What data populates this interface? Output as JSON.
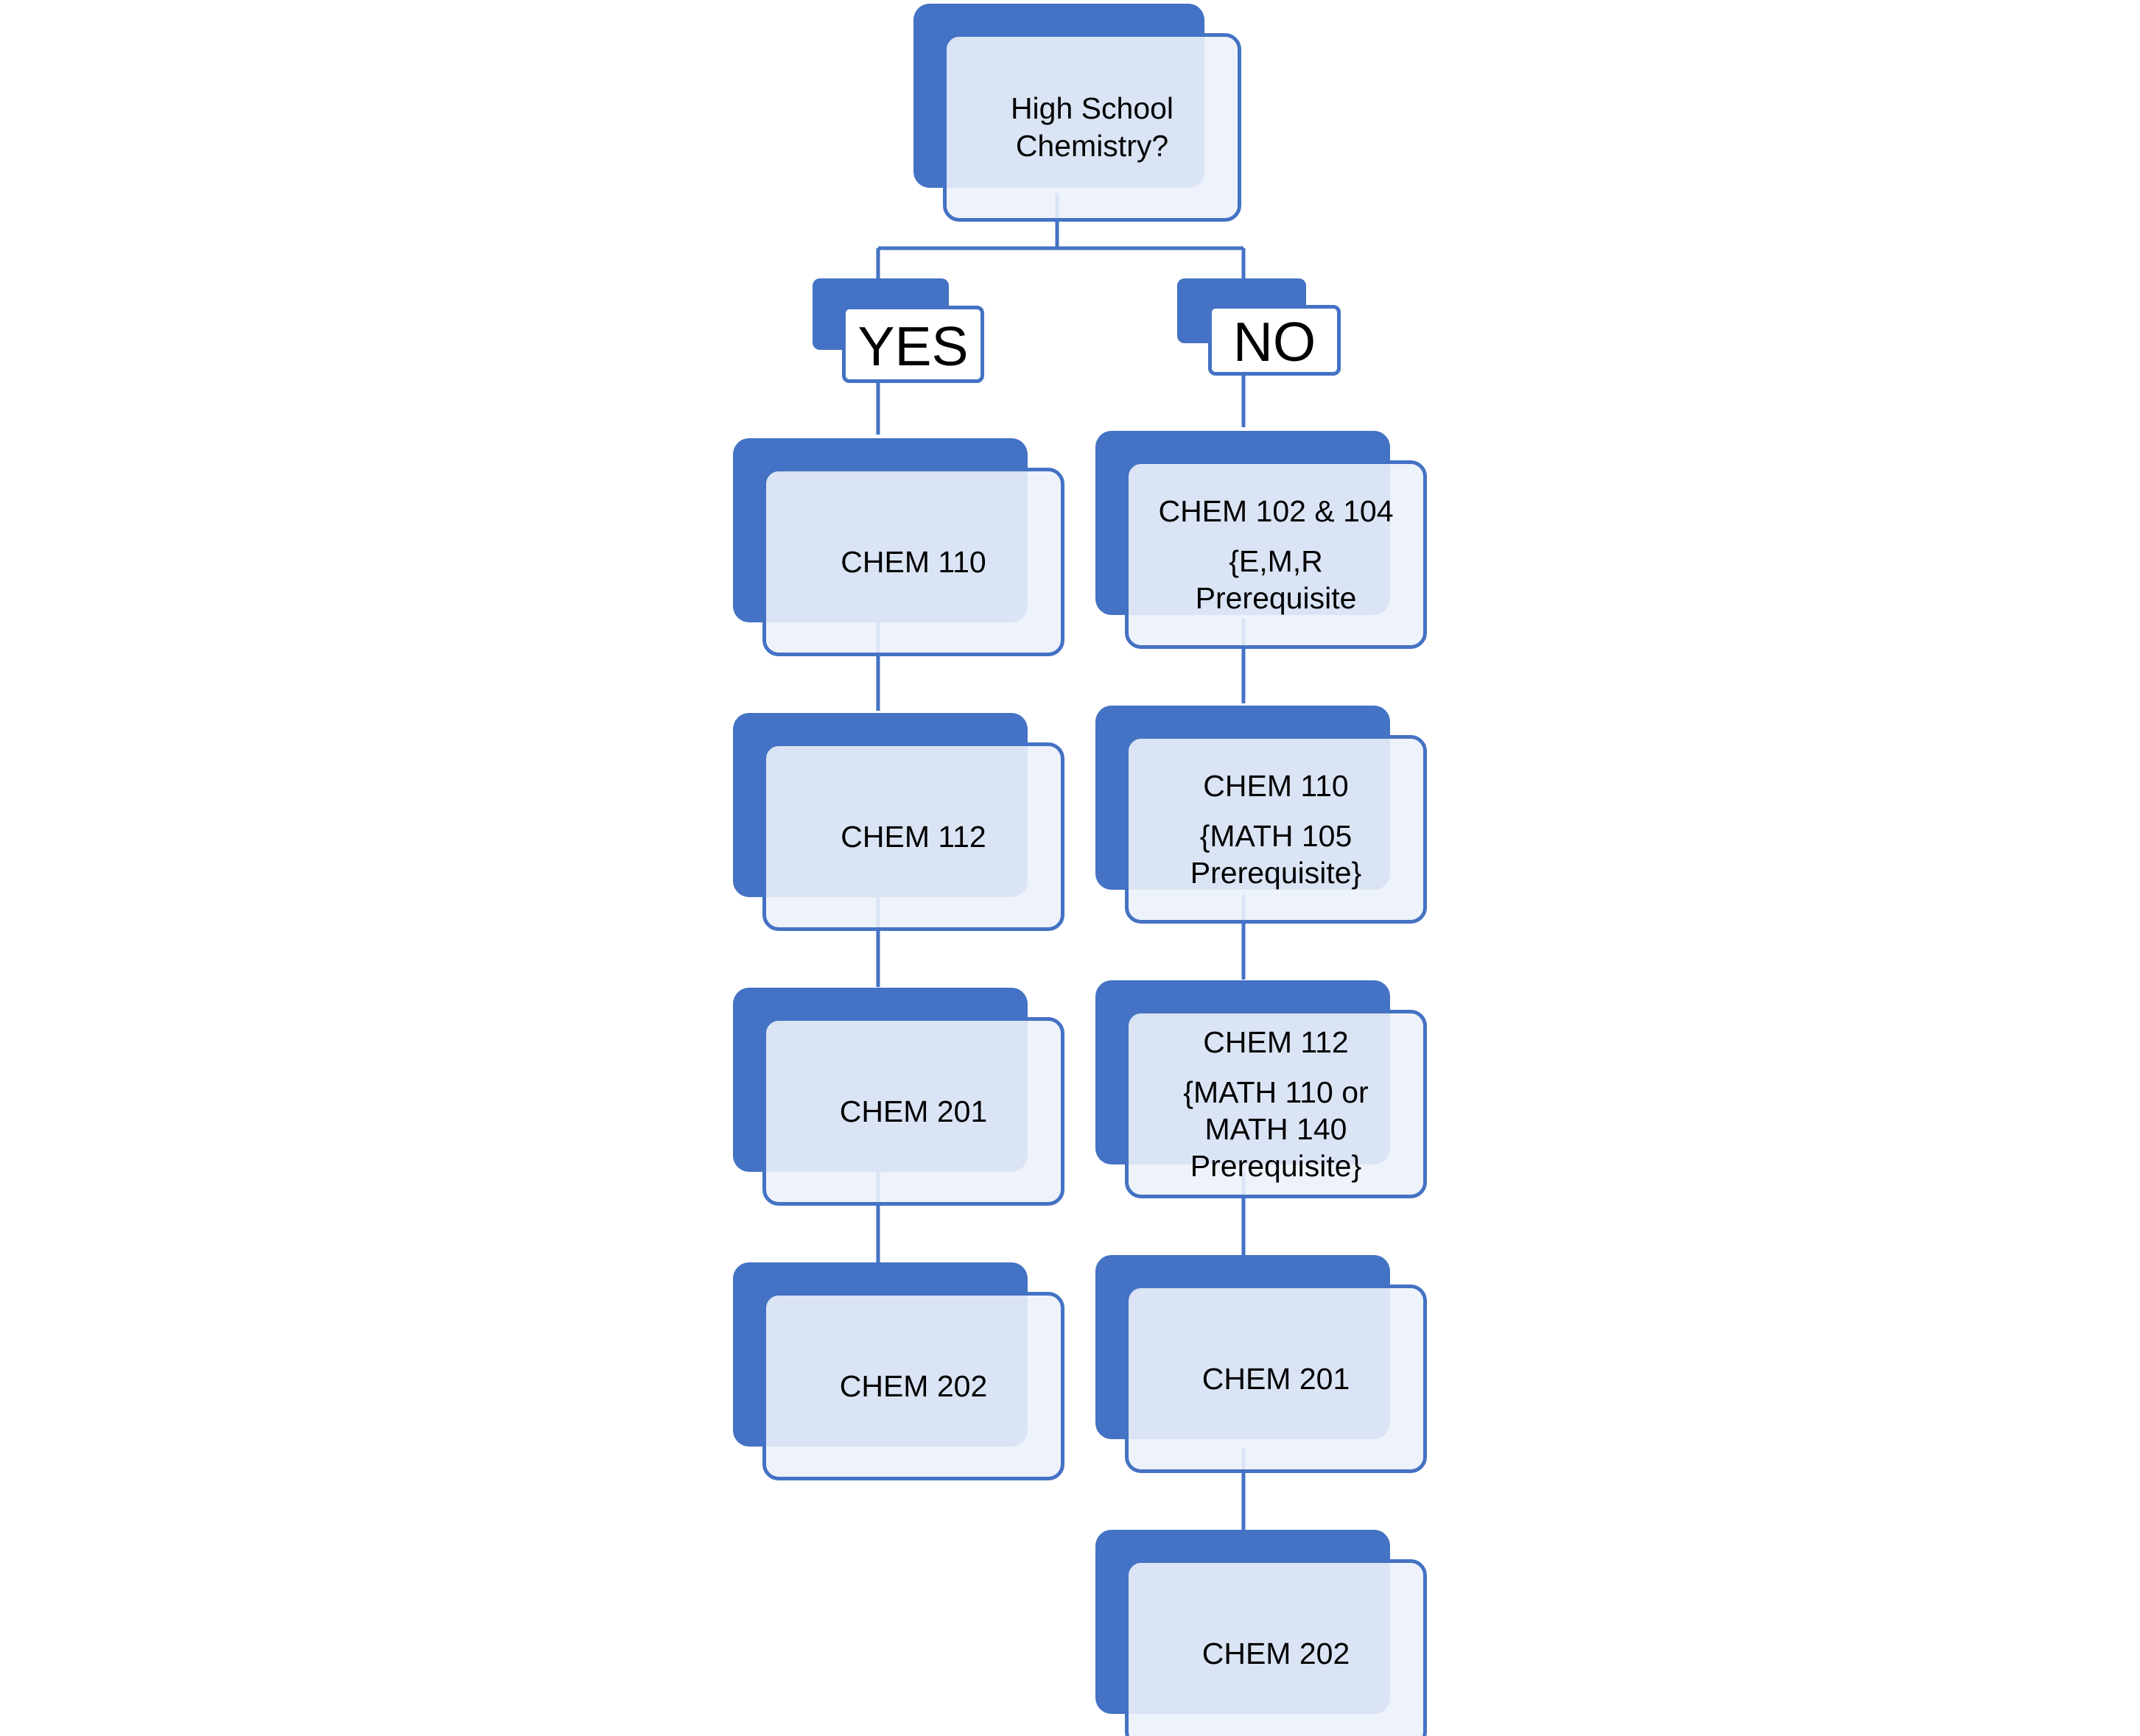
{
  "colors": {
    "accent": "#4472c4",
    "card_fill": "#ecf1fa",
    "text": "#000000"
  },
  "root": {
    "line1": "High School",
    "line2": "Chemistry?"
  },
  "branches": {
    "yes_label": "YES",
    "no_label": "NO"
  },
  "yes_path": [
    {
      "course": "CHEM 110"
    },
    {
      "course": "CHEM 112"
    },
    {
      "course": "CHEM 201"
    },
    {
      "course": "CHEM 202"
    }
  ],
  "no_path": [
    {
      "course": "CHEM 102 & 104",
      "req1": "{E,M,R",
      "req2": "Prerequisite"
    },
    {
      "course": "CHEM 110",
      "req1": "{MATH 105",
      "req2": "Prerequisite}"
    },
    {
      "course": "CHEM 112",
      "req1": "{MATH 110 or",
      "req2": "MATH 140",
      "req3": "Prerequisite}"
    },
    {
      "course": "CHEM 201"
    },
    {
      "course": "CHEM 202"
    }
  ]
}
